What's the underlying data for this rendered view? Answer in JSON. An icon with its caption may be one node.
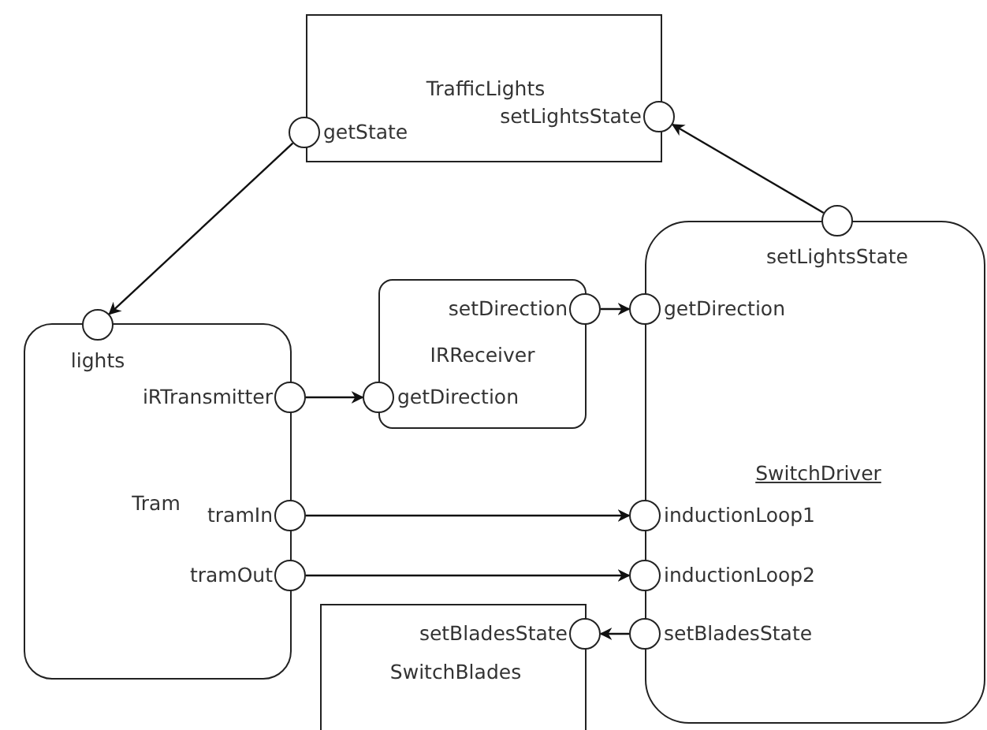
{
  "diagram": {
    "nodes": [
      {
        "text": [
          "TrafficLights"
        ]
      },
      {
        "text": [],
        "shape": "circle",
        "beside": [
          "getState"
        ]
      },
      {
        "text": [],
        "shape": "circle",
        "beside": [
          "setLightsState"
        ]
      },
      {
        "text": [
          "SwitchDriver"
        ]
      },
      {
        "text": [],
        "shape": "circle",
        "beside": [
          "setLightsState"
        ]
      },
      {
        "text": [
          "IRReceiver"
        ]
      },
      {
        "text": [],
        "shape": "circle",
        "beside": [
          "setDirection"
        ]
      },
      {
        "text": [],
        "shape": "circle",
        "beside": [
          "getDirection"
        ]
      },
      {
        "text": [
          "Tram"
        ]
      },
      {
        "text": [],
        "shape": "circle",
        "beside": [
          "lights"
        ]
      },
      {
        "text": [],
        "shape": "circle",
        "beside": [
          "iRTransmitter"
        ]
      },
      {
        "text": [],
        "shape": "circle",
        "beside": [
          "getDirection"
        ]
      },
      {
        "text": [],
        "shape": "circle",
        "beside": [
          "tramIn"
        ]
      },
      {
        "text": [],
        "shape": "circle",
        "beside": [
          "inductionLoop1"
        ]
      },
      {
        "text": [],
        "shape": "circle",
        "beside": [
          "tramOut"
        ]
      },
      {
        "text": [],
        "shape": "circle",
        "beside": [
          "inductionLoop2"
        ]
      },
      {
        "text": [
          "SwitchBlades"
        ]
      },
      {
        "text": [],
        "shape": "circle",
        "beside": [
          "setBladesState"
        ]
      },
      {
        "text": [],
        "shape": "circle",
        "beside": [
          "setBladesState"
        ]
      }
    ],
    "edges": [
      {
        "from": 1,
        "to": 9,
        "arrow": "to"
      },
      {
        "from": 4,
        "to": 2,
        "arrow": "to"
      },
      {
        "from": 10,
        "to": 11,
        "arrow": "to"
      },
      {
        "from": 6,
        "to": 7,
        "arrow": "to"
      },
      {
        "from": 12,
        "to": 13,
        "arrow": "to"
      },
      {
        "from": 14,
        "to": 15,
        "arrow": "to"
      },
      {
        "from": 18,
        "to": 17,
        "arrow": "to"
      }
    ]
  }
}
